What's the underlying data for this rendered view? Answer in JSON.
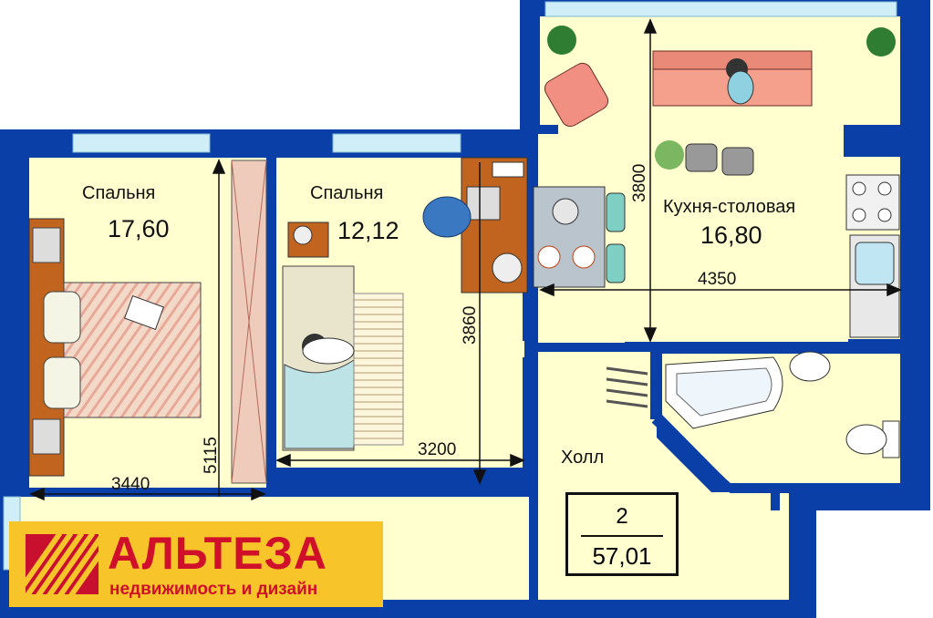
{
  "rooms": [
    {
      "name": "Спальня",
      "area": "17,60"
    },
    {
      "name": "Спальня",
      "area": "12,12"
    },
    {
      "name": "Кухня-столовая",
      "area": "16,80"
    },
    {
      "name": "Холл"
    }
  ],
  "dimensions": {
    "bedroom1_width": "3440",
    "bedroom1_length": "5115",
    "bedroom2_width": "3200",
    "bedroom2_length": "3860",
    "kitchen_width": "4350",
    "kitchen_length": "3800"
  },
  "summary": {
    "rooms": "2",
    "total_area": "57,01"
  },
  "logo": {
    "name": "АЛЬТЕЗА",
    "tagline": "недвижимость и дизайн"
  },
  "colors": {
    "wall": "#0a3fa8",
    "floor": "#ffffd0",
    "window": "#cfeef7",
    "logo_bg": "#f7c52a",
    "logo_text": "#d0102a"
  },
  "icons": [
    "double-bed-icon",
    "wardrobe-icon",
    "single-bed-icon",
    "desk-icon",
    "office-chair-icon",
    "armchair-icon",
    "sofa-icon",
    "plant-icon",
    "dining-table-icon",
    "stove-icon",
    "sink-icon",
    "bathtub-icon",
    "washbasin-icon",
    "toilet-icon",
    "towel-rail-icon"
  ]
}
